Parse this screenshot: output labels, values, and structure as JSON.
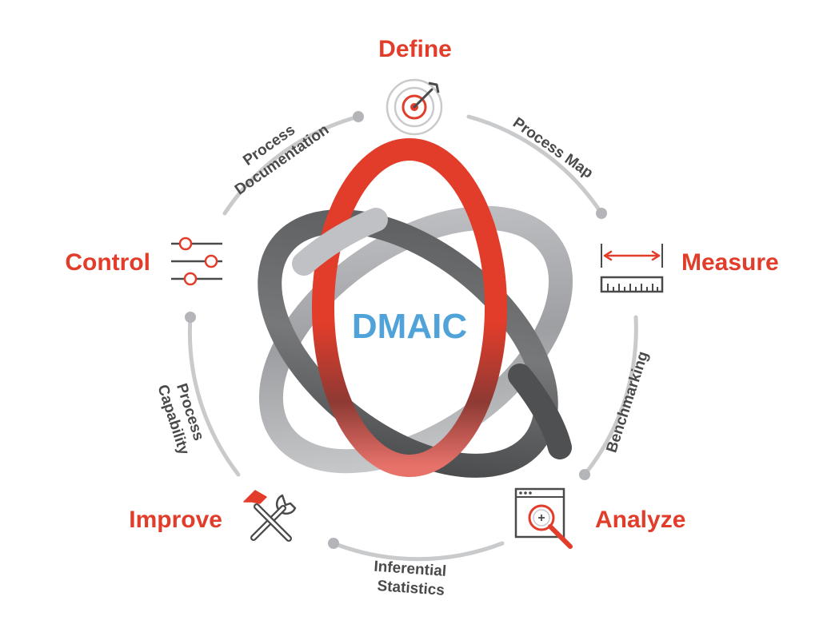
{
  "center": {
    "label": "DMAIC",
    "color": "#4fa3d9"
  },
  "colors": {
    "accent": "#e23c2a",
    "connector": "#c9cacc",
    "connector_dot": "#b4b5b8",
    "icon_stroke": "#4a4a4a",
    "ring_dark": "#5b5c5e",
    "ring_light": "#bfc1c4"
  },
  "phases": [
    {
      "label": "Define",
      "icon": "target-icon"
    },
    {
      "label": "Measure",
      "icon": "ruler-icon"
    },
    {
      "label": "Analyze",
      "icon": "magnifier-window-icon"
    },
    {
      "label": "Improve",
      "icon": "hammer-wrench-icon"
    },
    {
      "label": "Control",
      "icon": "sliders-icon"
    }
  ],
  "connectors": [
    {
      "lines": [
        "Process Map"
      ]
    },
    {
      "lines": [
        "Benchmarking"
      ]
    },
    {
      "lines": [
        "Inferential",
        "Statistics"
      ]
    },
    {
      "lines": [
        "Process",
        "Capability"
      ]
    },
    {
      "lines": [
        "Process",
        "Documentation"
      ]
    }
  ]
}
